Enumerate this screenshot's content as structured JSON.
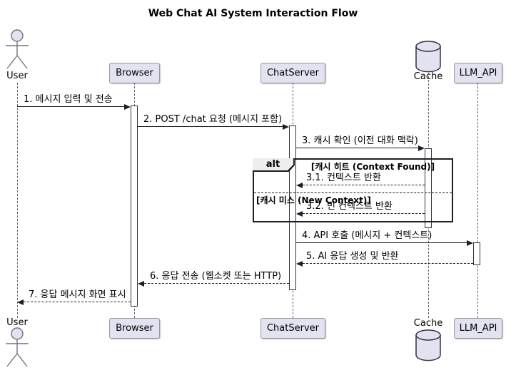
{
  "diagram": {
    "type": "sequence",
    "title": "Web Chat AI System Interaction Flow"
  },
  "participants": [
    {
      "name": "User",
      "kind": "actor"
    },
    {
      "name": "Browser",
      "kind": "participant"
    },
    {
      "name": "ChatServer",
      "kind": "participant"
    },
    {
      "name": "Cache",
      "kind": "database"
    },
    {
      "name": "LLM_API",
      "kind": "participant"
    }
  ],
  "messages": [
    {
      "label": "1. 메시지 입력 및 전송",
      "from": "User",
      "to": "Browser",
      "line": "solid"
    },
    {
      "label": "2. POST /chat 요청 (메시지 포함)",
      "from": "Browser",
      "to": "ChatServer",
      "line": "solid"
    },
    {
      "label": "3. 캐시 확인 (이전 대화 맥락)",
      "from": "ChatServer",
      "to": "Cache",
      "line": "solid"
    },
    {
      "label": "3.1. 컨텍스트 반환",
      "from": "Cache",
      "to": "ChatServer",
      "line": "dashed"
    },
    {
      "label": "3.2. 빈 컨텍스트 반환",
      "from": "Cache",
      "to": "ChatServer",
      "line": "dashed"
    },
    {
      "label": "4. API 호출 (메시지 + 컨텍스트)",
      "from": "ChatServer",
      "to": "LLM_API",
      "line": "solid"
    },
    {
      "label": "5. AI 응답 생성 및 반환",
      "from": "LLM_API",
      "to": "ChatServer",
      "line": "dashed"
    },
    {
      "label": "6. 응답 전송 (웹소켓 또는 HTTP)",
      "from": "ChatServer",
      "to": "Browser",
      "line": "dashed"
    },
    {
      "label": "7. 응답 메시지 화면 표시",
      "from": "Browser",
      "to": "User",
      "line": "dashed"
    }
  ],
  "alt_frame": {
    "operator": "alt",
    "condition_found": "[캐시 히트 (Context Found)]",
    "condition_miss": "[캐시 미스 (New Context)]"
  },
  "colors": {
    "participant_fill": "#E2E2F0",
    "frame_label_fill": "#EEEEEE",
    "line_dark": "#1d1d24"
  }
}
